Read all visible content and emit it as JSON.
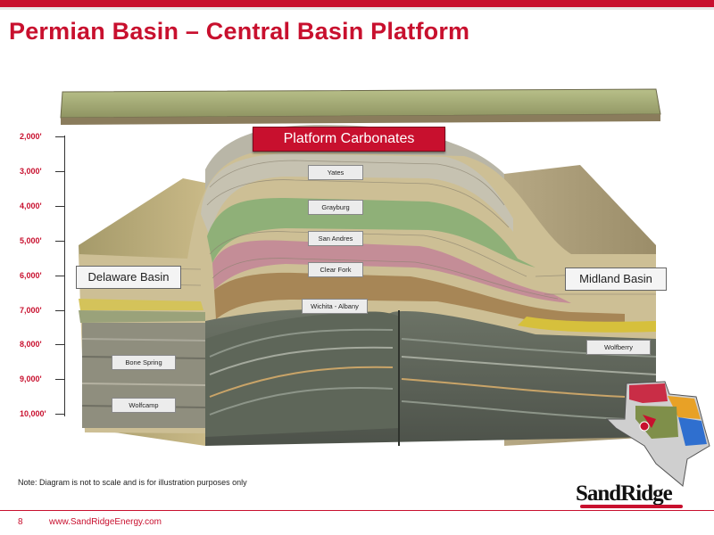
{
  "slide": {
    "title": "Permian Basin – Central Basin Platform",
    "note": "Note: Diagram is not to scale and is for illustration purposes only",
    "page_number": "8",
    "url": "www.SandRidgeEnergy.com",
    "logo": "SandRidge"
  },
  "depth_axis": {
    "labels": [
      "2,000'",
      "3,000'",
      "4,000'",
      "5,000'",
      "6,000'",
      "7,000'",
      "8,000'",
      "9,000'",
      "10,000'"
    ]
  },
  "diagram": {
    "banner": "Platform Carbonates",
    "formations": {
      "yates": "Yates",
      "grayburg": "Grayburg",
      "san_andres": "San Andres",
      "clear_fork": "Clear Fork",
      "wichita_albany": "Wichita - Albany",
      "bone_spring": "Bone Spring",
      "wolfcamp": "Wolfcamp",
      "wolfberry": "Wolfberry"
    },
    "basins": {
      "delaware": "Delaware Basin",
      "midland": "Midland Basin"
    }
  },
  "colors": {
    "accent": "#c8102e"
  }
}
